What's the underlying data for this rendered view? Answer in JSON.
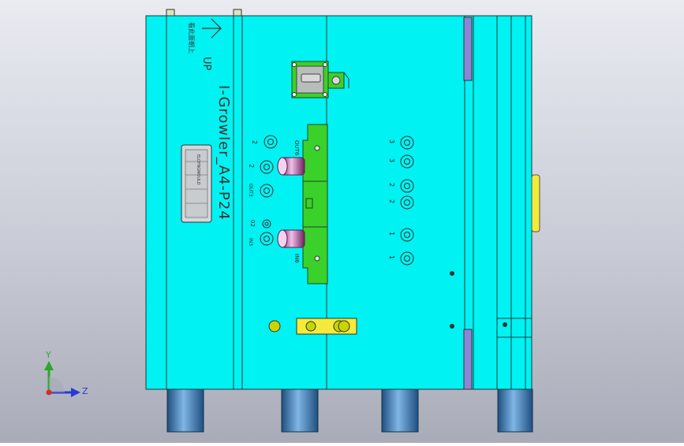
{
  "colors": {
    "background_top": "#e9ebf1",
    "background_bottom": "#a9acb8",
    "plate": "#00f2f2",
    "plate_edge": "#1a3a3a",
    "rail": "#8a86d6",
    "insert": "#3ad12b",
    "yellow": "#f3ea3c",
    "cylinder": "#3c86c8"
  },
  "labels": {
    "up": "UP",
    "part_name": "I-Growler_A4-P24",
    "chinese_note": "看此面朝上",
    "nameplate": "ELOYNGMOULD"
  },
  "ports": {
    "left": [
      "2",
      "2",
      "OUT3",
      "02",
      "IN3"
    ],
    "center": [
      "OUT6",
      "IN6"
    ],
    "right": [
      "3",
      "3",
      "2",
      "2",
      "1",
      "1"
    ]
  },
  "axis": {
    "y": "Y",
    "z": "Z",
    "icon": "coordinate-triad-icon"
  }
}
